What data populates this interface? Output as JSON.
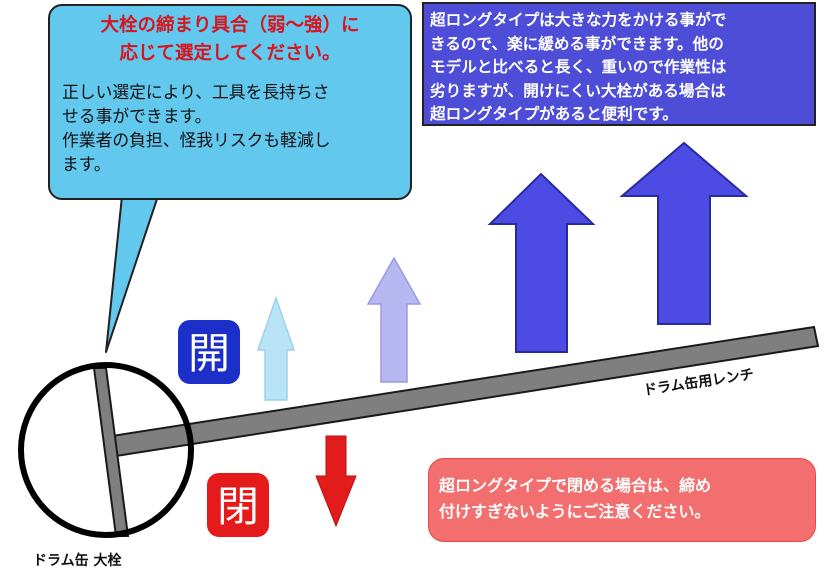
{
  "callout_cyan": {
    "heading": [
      "大栓の締まり具合（弱〜強）に",
      "応じて選定してください。"
    ],
    "body": [
      "正しい選定により、工具を長持ちさ",
      "せる事ができます。",
      "作業者の負担、怪我リスクも軽減し",
      "ます。"
    ]
  },
  "callout_blue": {
    "lines": [
      "超ロングタイプは大きな力をかける事がで",
      "きるので、楽に緩める事ができます。他の",
      "モデルと比べると長く、重いので作業性は",
      "劣りますが、開けにくい大栓がある場合は",
      "超ロングタイプがあると便利です。"
    ]
  },
  "callout_red": {
    "lines": [
      "超ロングタイプで閉める場合は、締め",
      "付けすぎないようにご注意ください。"
    ]
  },
  "labels": {
    "open": "開",
    "close": "閉",
    "wrench": "ドラム缶用レンチ",
    "plug": "ドラム缶 大栓"
  },
  "colors": {
    "cyan_box": "#62c8ee",
    "heading_red": "#d8141e",
    "blue_box": "#4d4dd8",
    "red_box": "#f36e6e",
    "open_badge": "#1c2fc9",
    "close_badge": "#e51a1a",
    "wrench_bar": "#7f7f7f",
    "arrow_light_cyan": "#b8e4f6",
    "arrow_lavender": "#b7b7f1",
    "arrow_blue": "#4c4ce4",
    "arrow_red": "#e21b1b"
  }
}
